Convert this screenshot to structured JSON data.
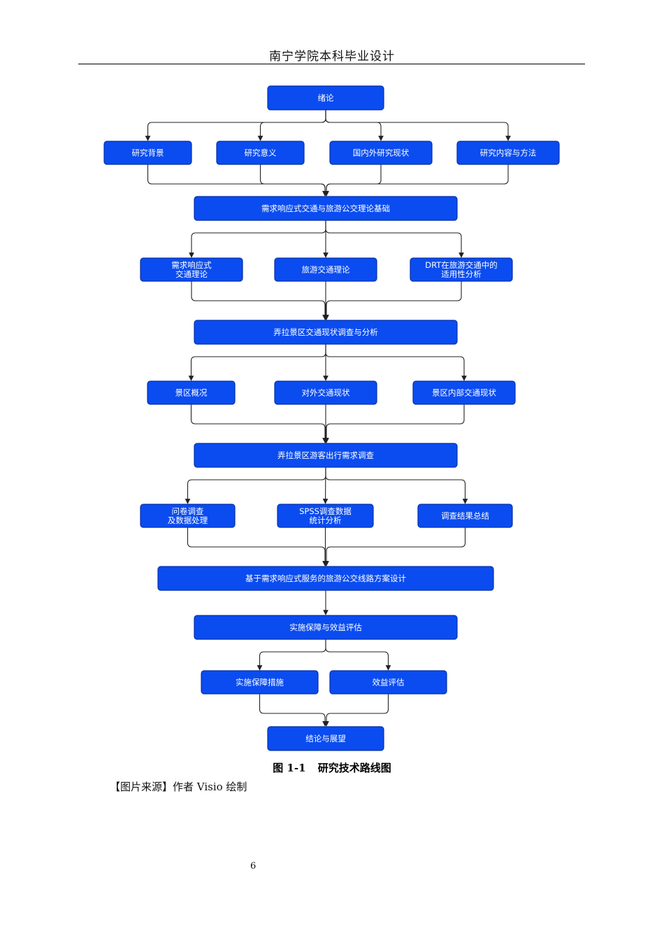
{
  "header": {
    "title": "南宁学院本科毕业设计"
  },
  "flowchart": {
    "nodes": {
      "intro": [
        "绪论"
      ],
      "bg": [
        "研究背景"
      ],
      "sig": [
        "研究意义"
      ],
      "status": [
        "国内外研究现状"
      ],
      "content": [
        "研究内容与方法"
      ],
      "theory": [
        "需求响应式交通与旅游公交理论基础"
      ],
      "drt": [
        "需求响应式",
        "交通理论"
      ],
      "tourism": [
        "旅游交通理论"
      ],
      "drtapp": [
        "DRT在旅游交通中的",
        "适用性分析"
      ],
      "survey": [
        "弄拉景区交通现状调查与分析"
      ],
      "overview": [
        "景区概况"
      ],
      "external": [
        "对外交通现状"
      ],
      "internal": [
        "景区内部交通现状"
      ],
      "demand": [
        "弄拉景区游客出行需求调查"
      ],
      "quest": [
        "问卷调查",
        "及数据处理"
      ],
      "spss": [
        "SPSS调查数据",
        "统计分析"
      ],
      "summary": [
        "调查结果总结"
      ],
      "design": [
        "基于需求响应式服务的旅游公交线路方案设计"
      ],
      "impl": [
        "实施保障与效益评估"
      ],
      "measures": [
        "实施保障措施"
      ],
      "benefit": [
        "效益评估"
      ],
      "concl": [
        "结论与展望"
      ]
    },
    "edges": [
      [
        "intro",
        "bg"
      ],
      [
        "intro",
        "sig"
      ],
      [
        "intro",
        "status"
      ],
      [
        "intro",
        "content"
      ],
      [
        "bg",
        "theory"
      ],
      [
        "sig",
        "theory"
      ],
      [
        "status",
        "theory"
      ],
      [
        "content",
        "theory"
      ],
      [
        "theory",
        "drt"
      ],
      [
        "theory",
        "tourism"
      ],
      [
        "theory",
        "drtapp"
      ],
      [
        "drt",
        "survey"
      ],
      [
        "tourism",
        "survey"
      ],
      [
        "drtapp",
        "survey"
      ],
      [
        "survey",
        "overview"
      ],
      [
        "survey",
        "external"
      ],
      [
        "survey",
        "internal"
      ],
      [
        "overview",
        "demand"
      ],
      [
        "external",
        "demand"
      ],
      [
        "internal",
        "demand"
      ],
      [
        "demand",
        "quest"
      ],
      [
        "demand",
        "spss"
      ],
      [
        "demand",
        "summary"
      ],
      [
        "quest",
        "design"
      ],
      [
        "spss",
        "design"
      ],
      [
        "summary",
        "design"
      ],
      [
        "design",
        "impl"
      ],
      [
        "impl",
        "measures"
      ],
      [
        "impl",
        "benefit"
      ],
      [
        "measures",
        "concl"
      ],
      [
        "benefit",
        "concl"
      ]
    ],
    "colors": {
      "box_fill": "#0a4cf0",
      "box_border": "#0630a8",
      "text": "#ffffff",
      "line": "#222222"
    }
  },
  "caption": {
    "number": "图 1-1",
    "title": "研究技术路线图"
  },
  "source_note": "【图片来源】作者 Visio 绘制",
  "page_number": "6"
}
